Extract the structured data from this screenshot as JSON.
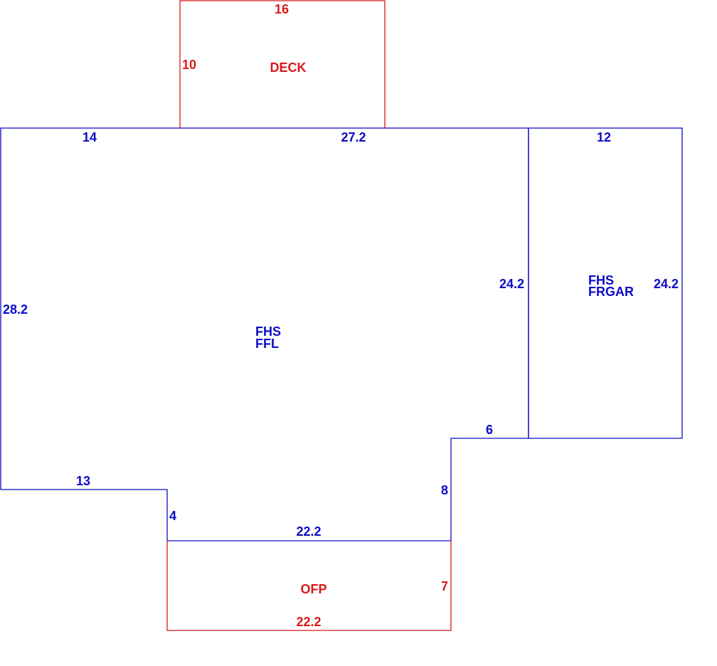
{
  "colors": {
    "living_area": "#0b0bc8",
    "porch_deck": "#d61a1a",
    "background": "#ffffff"
  },
  "deck": {
    "label": "DECK",
    "dim_top": "16",
    "dim_left": "10"
  },
  "main_house": {
    "label_line1": "FHS",
    "label_line2": "FFL",
    "dim_top_left": "14",
    "dim_top_right": "27.2",
    "dim_left": "28.2",
    "dim_right": "24.2",
    "dim_bottom_left": "13",
    "dim_step_left": "4",
    "dim_bottom": "22.2",
    "dim_step_right": "8",
    "dim_notch": "6"
  },
  "garage": {
    "label_line1": "FHS",
    "label_line2": "FRGAR",
    "dim_top": "12",
    "dim_right": "24.2"
  },
  "porch": {
    "label": "OFP",
    "dim_right": "7",
    "dim_bottom": "22.2"
  }
}
